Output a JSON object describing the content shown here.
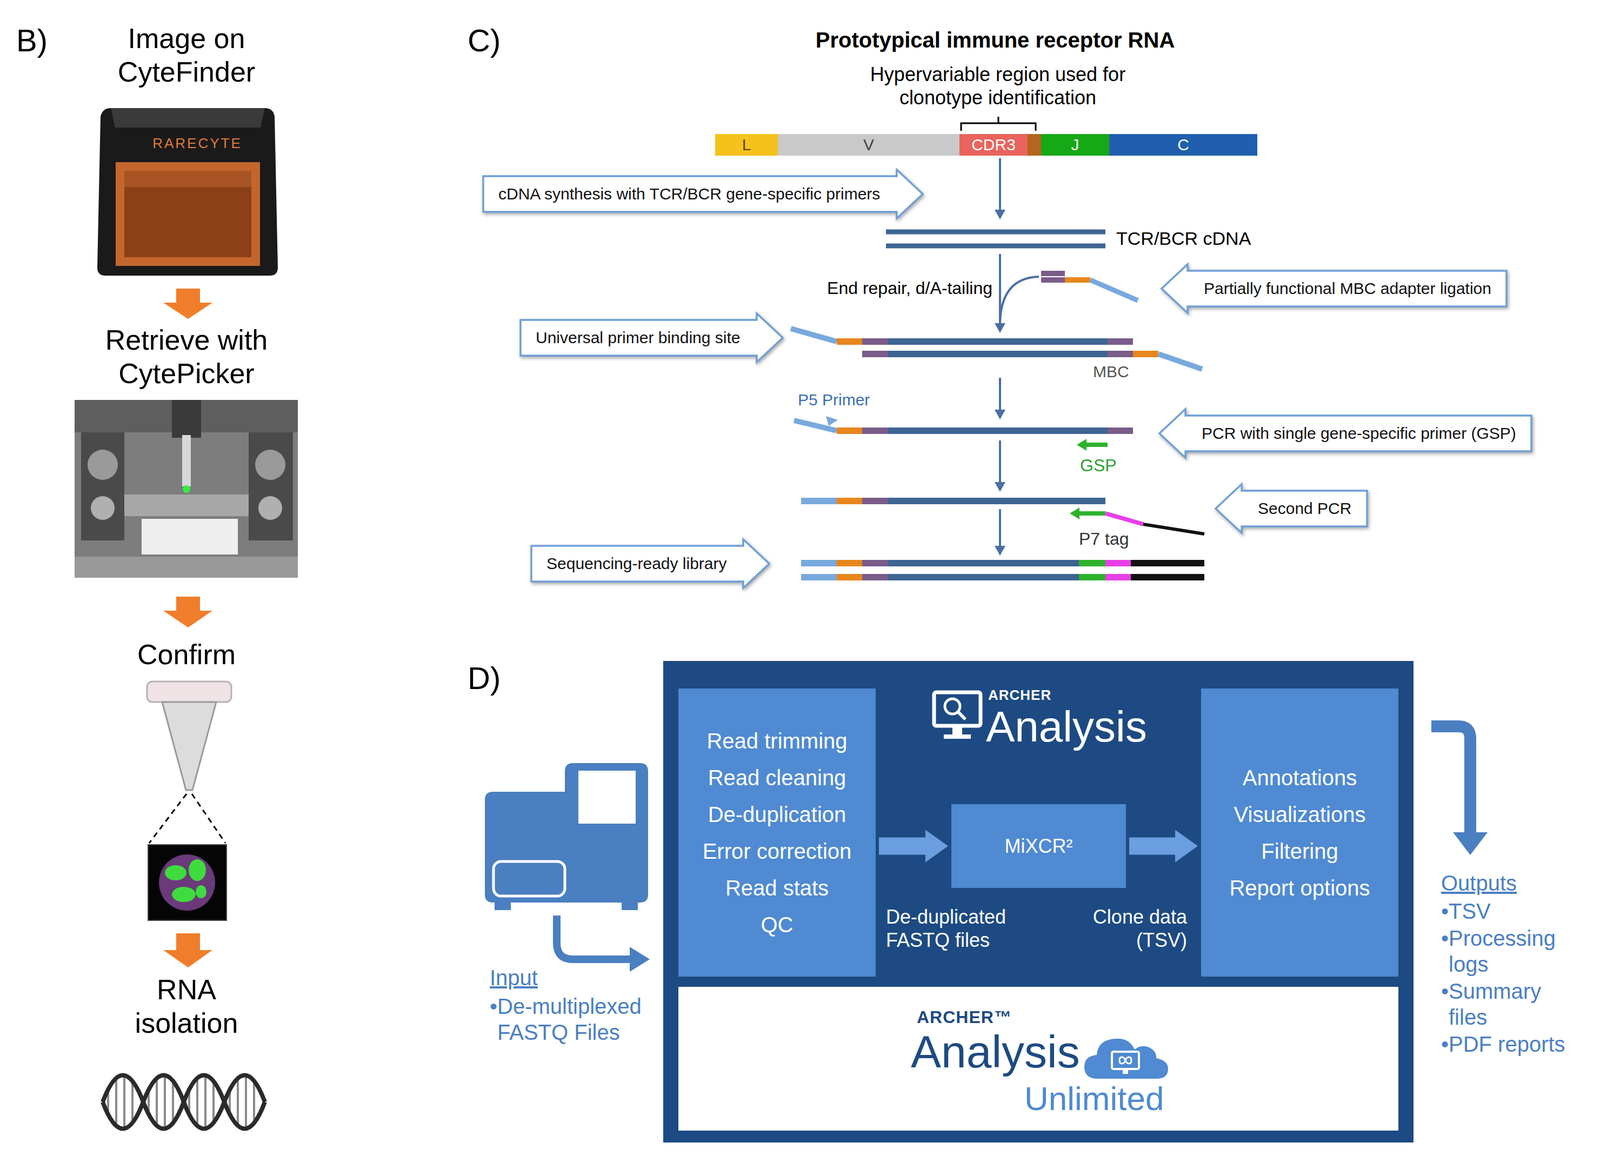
{
  "diagram": {
    "nodes": [
      {
        "text": [
          "L"
        ]
      },
      {
        "text": [
          "V"
        ]
      },
      {
        "text": [
          "CDR3"
        ]
      },
      {
        "text": [
          "J"
        ]
      },
      {
        "text": [
          "C"
        ]
      },
      {
        "text": [
          "cDNA synthesis with TCR/BCR gene-specific primers"
        ]
      },
      {
        "text": [
          "Partially functional MBC adapter ligation"
        ]
      },
      {
        "text": [
          "Universal primer binding site"
        ]
      },
      {
        "text": [
          "PCR with single gene-specific primer (GSP)"
        ]
      },
      {
        "text": [
          "Second PCR"
        ]
      },
      {
        "text": [
          "Sequencing-ready library"
        ]
      },
      {
        "text": [
          "ARCHER",
          "Analysis"
        ]
      },
      {
        "text": [
          "Read trimming",
          "Read cleaning",
          "De-duplication",
          "Error correction",
          "Read stats",
          "QC"
        ],
        "in": 11
      },
      {
        "text": [
          "MiXCR²"
        ],
        "in": 11
      },
      {
        "text": [
          "Annotations",
          "Visualizations",
          "Filtering",
          "Report options"
        ],
        "in": 11
      },
      {
        "text": [
          "ARCHER™",
          "Analysis",
          "Unlimited"
        ],
        "in": 11
      }
    ],
    "edges": [
      {
        "from": 12,
        "to": 13,
        "arrow": "to",
        "label": "De-duplicated FASTQ files"
      },
      {
        "from": 13,
        "to": 14,
        "arrow": "to",
        "label": "Clone data (TSV)"
      }
    ],
    "labels": [
      "B)",
      "Image on CyteFinder",
      "RARECYTE",
      "Retrieve with CytePicker",
      "Confirm",
      "RNA isolation",
      "C)",
      "Prototypical immune receptor RNA",
      "Hypervariable region used for clonotype identification",
      "TCR/BCR cDNA",
      "End repair, d/A-tailing",
      "MBC",
      "P5 Primer",
      "GSP",
      "P7 tag",
      "D)",
      "Input",
      "•De-multiplexed FASTQ Files",
      "Outputs",
      "•TSV",
      "•Processing logs",
      "•Summary files",
      "•PDF reports"
    ]
  }
}
